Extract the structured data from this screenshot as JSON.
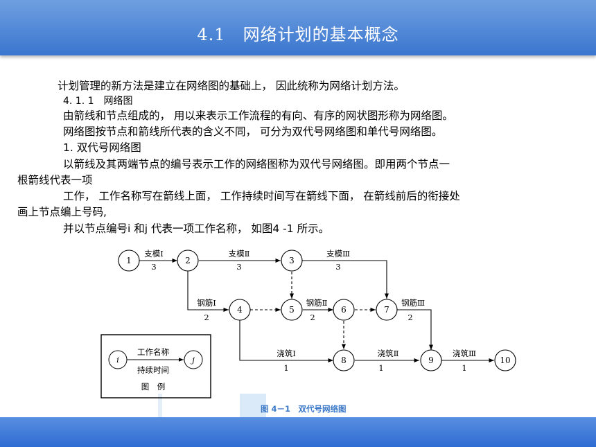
{
  "slide": {
    "title": "4.1　网络计划的基本概念",
    "paragraphs": [
      "计划管理的新方法是建立在网络图的基础上， 因此统称为网络计划方法。",
      "4. 1. 1　网络图",
      "由箭线和节点组成的， 用以来表示工作流程的有向、有序的网状图形称为网络图。",
      "网络图按节点和箭线所代表的含义不同， 可分为双代号网络图和单代号网络图。",
      "1. 双代号网络图",
      "以箭线及其两端节点的编号表示工作的网络图称为双代号网络图。即用两个节点一",
      "根箭线代表一项",
      "工作， 工作名称写在箭线上面， 工作持续时间写在箭线下面， 在箭线前后的衔接处",
      "画上节点编上号码,",
      "并以节点编号i 和j 代表一项工作名称， 如图4 -1 所示。"
    ]
  },
  "diagram": {
    "nodes": [
      "1",
      "2",
      "3",
      "4",
      "5",
      "6",
      "7",
      "8",
      "9",
      "10"
    ],
    "edges": [
      {
        "name": "支模Ⅰ",
        "duration": "3"
      },
      {
        "name": "支模Ⅱ",
        "duration": "3"
      },
      {
        "name": "支模Ⅲ",
        "duration": "3"
      },
      {
        "name": "钢筋Ⅰ",
        "duration": "2"
      },
      {
        "name": "钢筋Ⅱ",
        "duration": "2"
      },
      {
        "name": "钢筋Ⅲ",
        "duration": "2"
      },
      {
        "name": "浇筑Ⅰ",
        "duration": "1"
      },
      {
        "name": "浇筑Ⅱ",
        "duration": "1"
      },
      {
        "name": "浇筑Ⅲ",
        "duration": "1"
      }
    ],
    "legend": {
      "node_i": "i",
      "node_j": "j",
      "work_name": "工作名称",
      "duration": "持续时间",
      "label": "图　例"
    },
    "caption": "图 4－1　双代号网络图",
    "colors": {
      "line": "#000000",
      "caption": "#3a78c8",
      "caption_bg": "#dbeaf8"
    }
  }
}
